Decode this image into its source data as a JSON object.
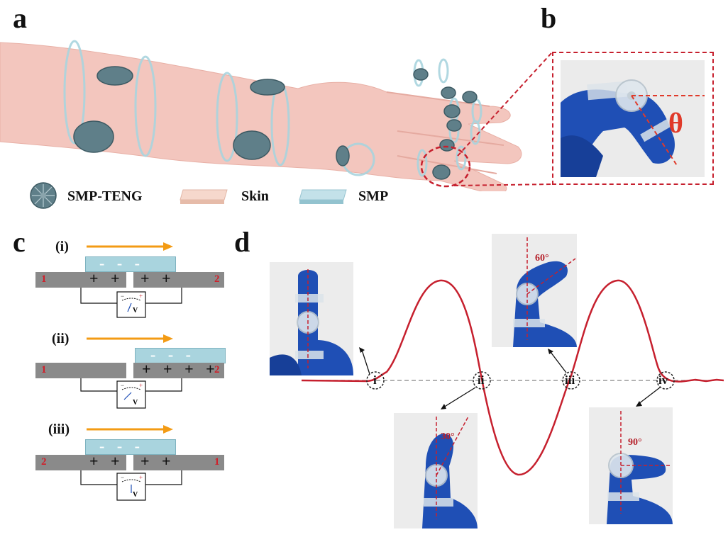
{
  "panels": {
    "a": {
      "label": "a",
      "legend": [
        "SMP-TENG",
        "Skin",
        "SMP"
      ]
    },
    "b": {
      "label": "b",
      "angle_symbol": "θ"
    },
    "c": {
      "label": "c",
      "states": [
        {
          "label": "(i)",
          "left_electrode": "1",
          "right_electrode": "2",
          "charges_pos": "+ +",
          "charges_neg": "- - -"
        },
        {
          "label": "(ii)",
          "left_electrode": "1",
          "right_electrode": "2",
          "charges_pos": "+ + + +",
          "charges_neg": "- - -"
        },
        {
          "label": "(iii)",
          "left_electrode": "2",
          "right_electrode": "1",
          "charges_pos": "+ +",
          "charges_neg": "- - -"
        }
      ],
      "meter_symbol": "V"
    },
    "d": {
      "label": "d",
      "points": [
        "i",
        "ii",
        "iii",
        "iv"
      ],
      "angles": [
        "30°",
        "60°",
        "90°"
      ]
    }
  },
  "colors": {
    "skin": "#f2c4bc",
    "smp": "#a9d4de",
    "teng": "#5f7f89",
    "electrode": "#888888",
    "arrow": "#f39b14",
    "signal": "#c6202e",
    "highlight": "#c6202e",
    "glove": "#1f4fb5"
  }
}
